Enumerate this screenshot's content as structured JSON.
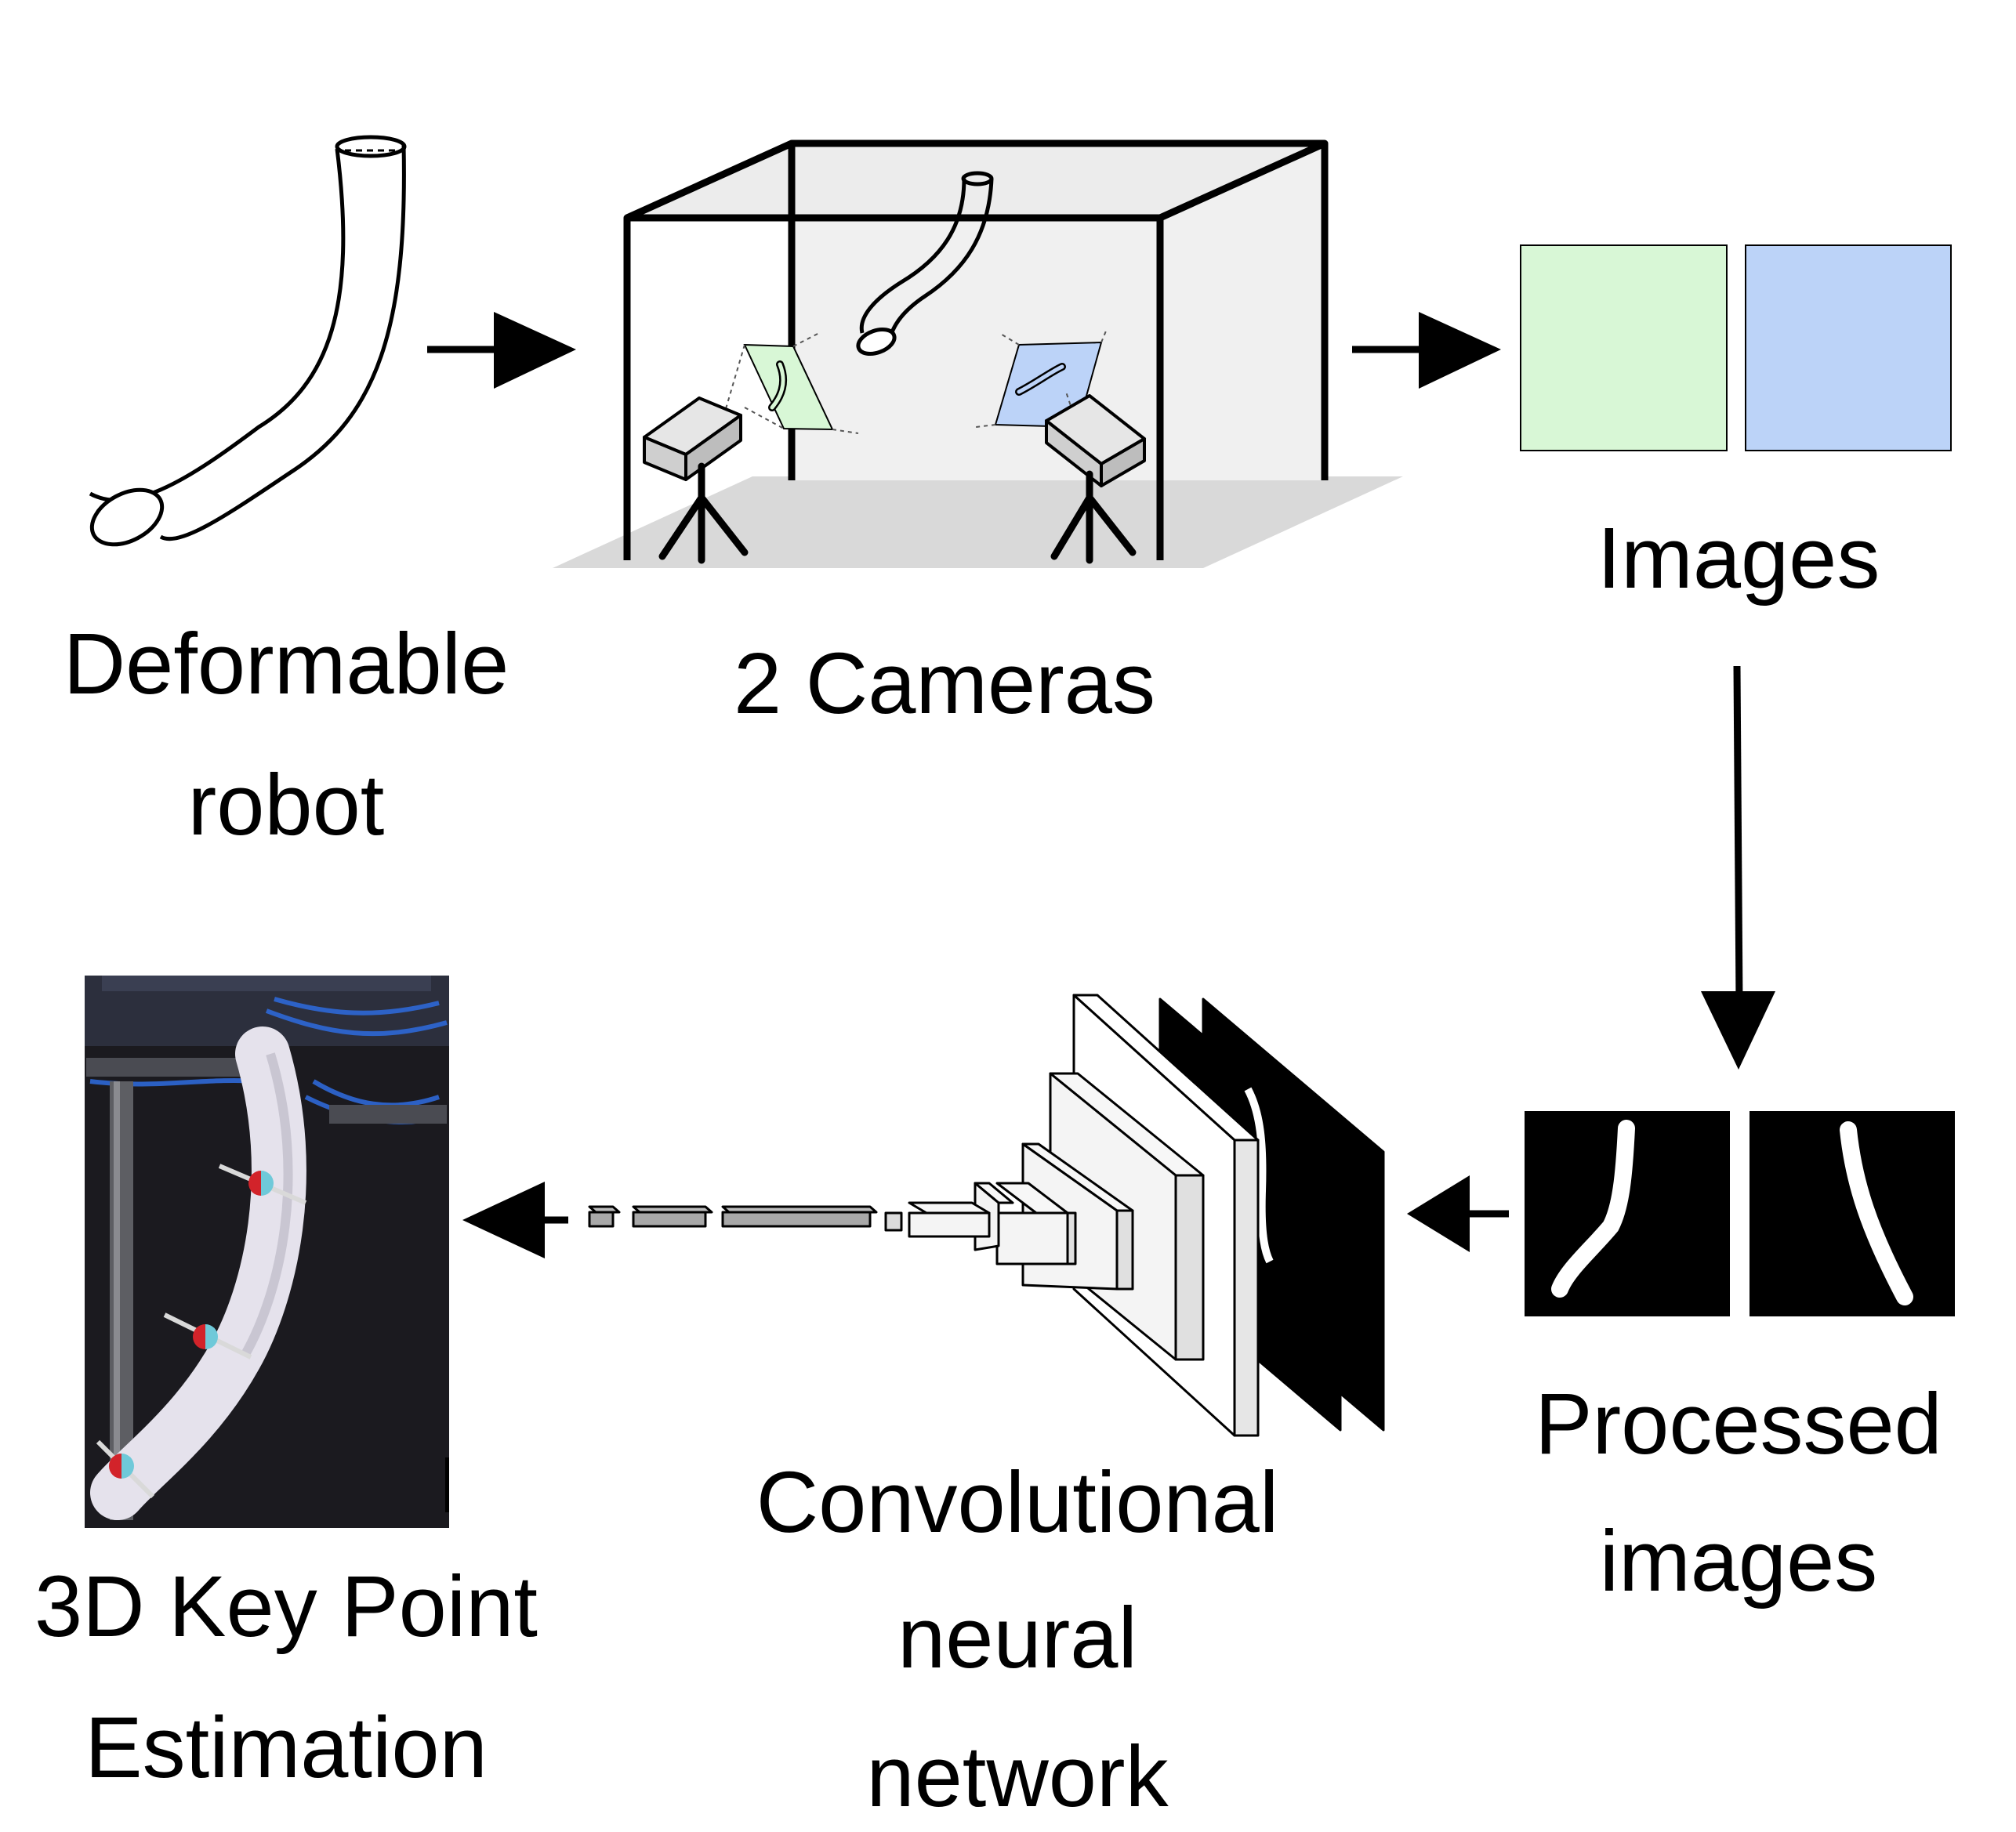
{
  "labels": {
    "deformable_robot": [
      "Deformable",
      "robot"
    ],
    "two_cameras": "2 Cameras",
    "images": "Images",
    "processed_images": [
      "Processed",
      "images"
    ],
    "cnn": [
      "Convolutional",
      "neural",
      "network"
    ],
    "keypoint": [
      "3D Key Point",
      "Estimation"
    ]
  },
  "colors": {
    "camera_1_image": "#d8f7d6",
    "camera_2_image": "#bcd3f8",
    "floor": "#d9d9d9",
    "back_panel": "#f0f0f0",
    "marker_red": "#d2232a",
    "marker_cyan": "#6fc9d9"
  },
  "icons": {
    "robot": "tube-icon",
    "camera": "camera-on-tripod-icon",
    "arrow": "arrow-icon"
  }
}
